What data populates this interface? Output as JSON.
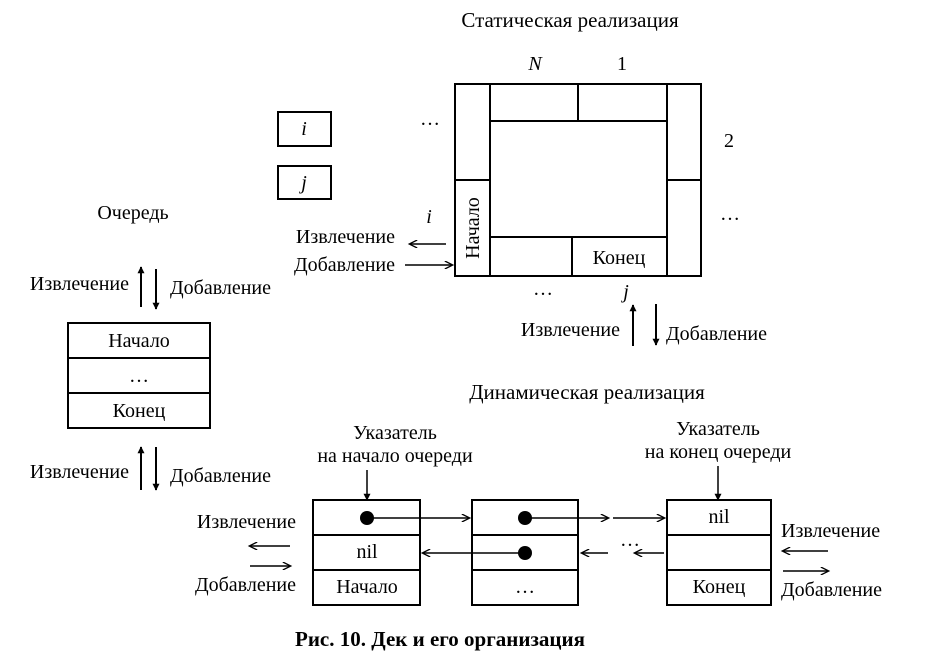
{
  "caption": "Рис. 10. Дек и его организация",
  "static": {
    "title": "Статическая реализация",
    "label_N": "N",
    "label_1": "1",
    "label_2": "2",
    "ellipsis_left": "…",
    "ellipsis_right": "…",
    "ellipsis_bottom": "…",
    "label_i": "i",
    "label_j": "j",
    "cell_start": "Начало",
    "cell_end": "Конец",
    "left_extract": "Извлечение",
    "left_add": "Добавление",
    "bottom_extract": "Извлечение",
    "bottom_add": "Добавление"
  },
  "index_boxes": [
    "i",
    "j"
  ],
  "queue": {
    "title": "Очередь",
    "cells": [
      "Начало",
      "…",
      "Конец"
    ],
    "top_extract": "Извлечение",
    "top_add": "Добавление",
    "bottom_extract": "Извлечение",
    "bottom_add": "Добавление"
  },
  "dynamic": {
    "title": "Динамическая реализация",
    "pointer_start_line1": "Указатель",
    "pointer_start_line2": "на начало очереди",
    "pointer_end_line1": "Указатель",
    "pointer_end_line2": "на конец очереди",
    "node1_mid": "nil",
    "node1_bottom": "Начало",
    "node2_bottom": "…",
    "gap_ellipsis": "…",
    "node3_top": "nil",
    "node3_bottom": "Конец",
    "left_extract": "Извлечение",
    "left_add": "Добавление",
    "right_extract": "Извлечение",
    "right_add": "Добавление"
  }
}
